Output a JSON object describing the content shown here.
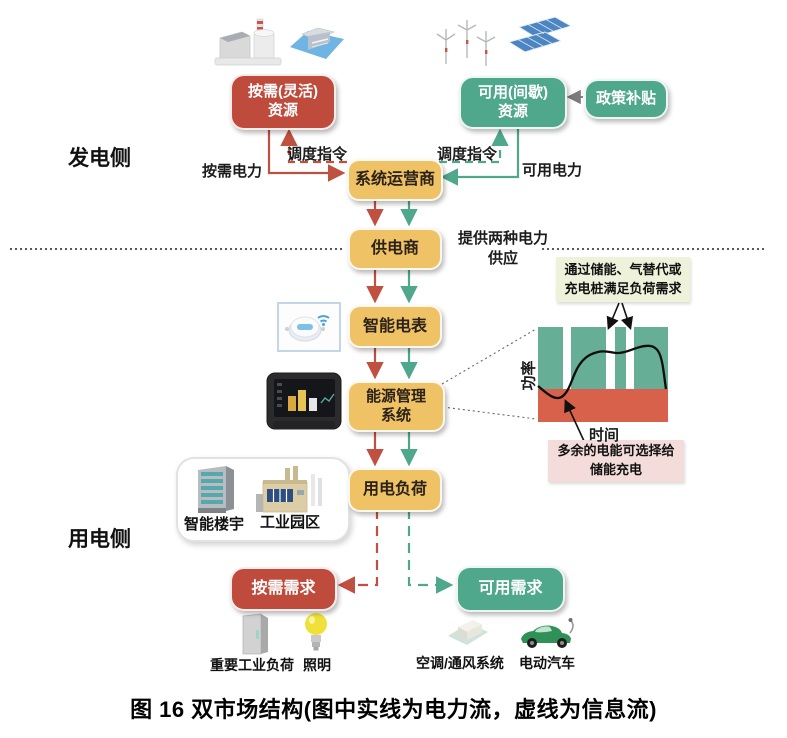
{
  "sections": {
    "generation_side": "发电侧",
    "consumption_side": "用电侧"
  },
  "nodes": {
    "demand_resource_l1": "按需(灵活)",
    "demand_resource_l2": "资源",
    "available_resource_l1": "可用(间歇)",
    "available_resource_l2": "资源",
    "policy_subsidy": "政策补贴",
    "system_operator": "系统运营商",
    "power_supplier": "供电商",
    "smart_meter": "智能电表",
    "energy_management_l1": "能源管理",
    "energy_management_l2": "系统",
    "power_load": "用电负荷",
    "on_demand_demand": "按需需求",
    "available_demand": "可用需求"
  },
  "flow_labels": {
    "on_demand_power": "按需电力",
    "dispatch_command_left": "调度指令",
    "dispatch_command_right": "调度指令",
    "available_power": "可用电力",
    "two_supply_l1": "提供两种电力",
    "two_supply_l2": "供应"
  },
  "notes": {
    "storage_note_l1": "通过储能、气替代或",
    "storage_note_l2": "充电桩满足负荷需求",
    "surplus_note_l1": "多余的电能可选择给",
    "surplus_note_l2": "储能充电"
  },
  "consumers": {
    "smart_building": "智能楼宇",
    "industrial_park": "工业园区",
    "critical_industrial_load": "重要工业负荷",
    "lighting": "照明",
    "hvac": "空调/通风系统",
    "electric_vehicle": "电动汽车"
  },
  "chart_data": {
    "type": "area",
    "title": "",
    "xlabel": "时间",
    "ylabel": "功率",
    "legend": [],
    "bands": [
      {
        "name": "available-intermittent-zone",
        "color": "#66AE95",
        "y_norm_range": [
          0.35,
          1.0
        ]
      },
      {
        "name": "on-demand-zone",
        "color": "#D8614B",
        "y_norm_range": [
          0.0,
          0.35
        ]
      }
    ],
    "white_gap_x_norm": [
      0.2,
      0.54,
      0.69
    ],
    "curve_points_norm": [
      [
        0.0,
        0.38
      ],
      [
        0.08,
        0.3
      ],
      [
        0.13,
        0.27
      ],
      [
        0.2,
        0.42
      ],
      [
        0.28,
        0.62
      ],
      [
        0.4,
        0.72
      ],
      [
        0.52,
        0.7
      ],
      [
        0.62,
        0.73
      ],
      [
        0.78,
        0.79
      ],
      [
        0.88,
        0.72
      ],
      [
        0.96,
        0.45
      ],
      [
        1.0,
        0.35
      ]
    ],
    "axes_numeric": false
  },
  "caption": "图 16  双市场结构(图中实线为电力流，虚线为信息流)",
  "colors": {
    "demand_red": "#BE4B3C",
    "available_green": "#4FA78C",
    "process_yellow": "#F0C266",
    "chart_green": "#66AE95",
    "chart_red": "#D8614B",
    "storage_note_bg": "#EEF2DA",
    "surplus_note_bg": "#F3DCDA"
  }
}
